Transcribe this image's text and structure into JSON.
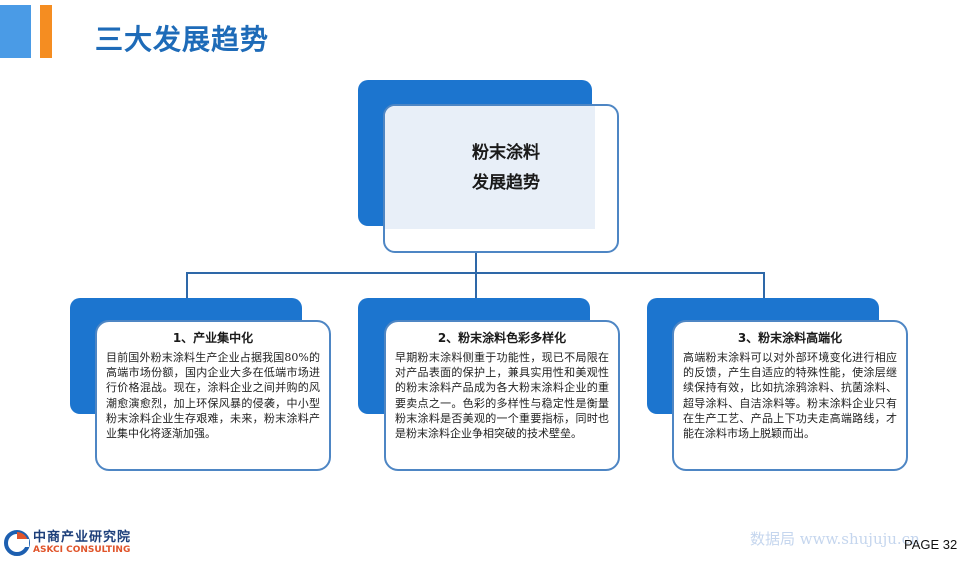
{
  "header": {
    "title": "三大发展趋势"
  },
  "center": {
    "line1": "粉末涂料",
    "line2": "发展趋势"
  },
  "cards": [
    {
      "title": "1、产业集中化",
      "body": "目前国外粉末涂料生产企业占据我国80%的高端市场份额，国内企业大多在低端市场进行价格混战。现在，涂料企业之间并购的风潮愈演愈烈，加上环保风暴的侵袭，中小型粉末涂料企业生存艰难，未来，粉末涂料产业集中化将逐渐加强。"
    },
    {
      "title": "2、粉末涂料色彩多样化",
      "body": "早期粉末涂料侧重于功能性，现已不局限在对产品表面的保护上，兼具实用性和美观性的粉末涂料产品成为各大粉末涂料企业的重要卖点之一。色彩的多样性与稳定性是衡量粉末涂料是否美观的一个重要指标，同时也是粉末涂料企业争相突破的技术壁垒。"
    },
    {
      "title": "3、粉末涂料高端化",
      "body": "高端粉末涂料可以对外部环境变化进行相应的反馈，产生自适应的特殊性能，使涂层继续保持有效，比如抗涂鸦涂料、抗菌涂料、超导涂料、自洁涂料等。粉末涂料企业只有在生产工艺、产品上下功夫走高端路线，才能在涂料市场上脱颖而出。"
    }
  ],
  "footer": {
    "logo_cn": "中商产业研究院",
    "logo_en": "ASKCI CONSULTING",
    "watermark": "数据局 www.shujuju.cn",
    "page_label": "PAGE",
    "page_number": "32"
  },
  "colors": {
    "accent_blue": "#1c75cf",
    "title_blue": "#1e6bb8",
    "orange": "#f58d21",
    "border": "#4e86c4"
  },
  "icons": {
    "logo": "askci-logo-icon"
  }
}
